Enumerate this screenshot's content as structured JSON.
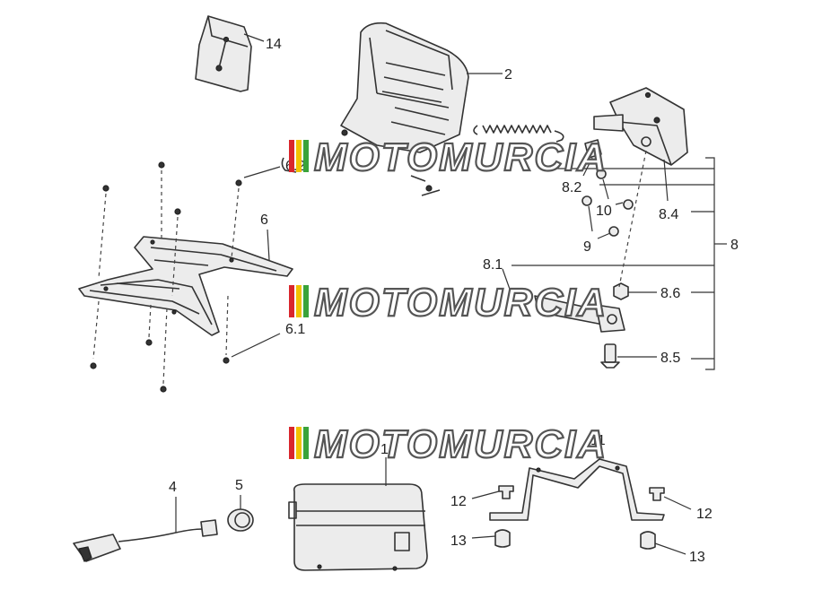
{
  "watermark": "MOTOMURCIA",
  "labels": {
    "p14": "14",
    "p2": "2",
    "p62": "6.2",
    "p6": "6",
    "p61": "6.1",
    "p82": "8.2",
    "p10": "10",
    "p9": "9",
    "p84": "8.4",
    "p8": "8",
    "p81": "8.1",
    "p86": "8.6",
    "p85": "8.5",
    "p11": "11",
    "p4": "4",
    "p5": "5",
    "p1": "1",
    "p12a": "12",
    "p12b": "12",
    "p13a": "13",
    "p13b": "13"
  },
  "colors": {
    "line": "#333333",
    "watermark_red": "#d9262c",
    "watermark_yellow": "#f2c200",
    "watermark_green": "#3aa33a"
  }
}
